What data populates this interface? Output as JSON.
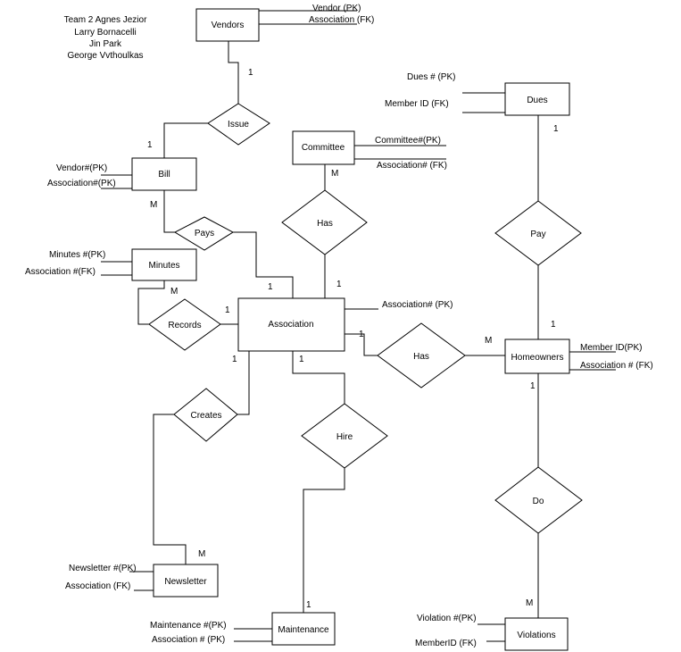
{
  "team": [
    "Team 2 Agnes Jezior",
    "Larry Bornacelli",
    "Jin Park",
    "George Vvthoulkas"
  ],
  "entities": {
    "vendors": "Vendors",
    "bill": "Bill",
    "committee": "Committee",
    "dues": "Dues",
    "minutes": "Minutes",
    "association": "Association",
    "homeowners": "Homeowners",
    "newsletter": "Newsletter",
    "maintenance": "Maintenance",
    "violations": "Violations"
  },
  "relationships": {
    "issue": "Issue",
    "pays": "Pays",
    "has_committee": "Has",
    "pay": "Pay",
    "records": "Records",
    "has_homeowners": "Has",
    "creates": "Creates",
    "hire": "Hire",
    "do": "Do"
  },
  "attributes": {
    "vendor_pk": "Vendor (PK)",
    "vendor_assoc": "Association (FK)",
    "dues_pk": "Dues # (PK)",
    "dues_member": "Member ID (FK)",
    "committee_pk": "Committee#(PK)",
    "committee_assoc": "Association# (FK)",
    "bill_vendor": "Vendor#(PK)",
    "bill_assoc": "Association#(PK)",
    "minutes_pk": "Minutes #(PK)",
    "minutes_assoc": "Association #(FK)",
    "association_pk": "Association# (PK)",
    "home_member": "Member ID(PK)",
    "home_assoc": "Association # (FK)",
    "news_pk": "Newsletter #(PK)",
    "news_assoc": "Association (FK)",
    "maint_pk": "Maintenance #(PK)",
    "maint_assoc": "Association # (PK)",
    "viol_pk": "Violation #(PK)",
    "viol_member": "MemberID (FK)"
  },
  "cardinalities": {
    "vendors_issue": "1",
    "issue_bill": "1",
    "bill_pays": "M",
    "pays_assoc": "1",
    "committee_has": "M",
    "has_assoc": "1",
    "dues_pay": "1",
    "pay_home": "1",
    "minutes_records": "M",
    "records_assoc": "1",
    "assoc_has_home": "1",
    "has_home": "M",
    "assoc_hire": "1",
    "assoc_creates": "1",
    "home_do": "1",
    "do_viol": "M",
    "creates_news": "M",
    "hire_maint": "1"
  }
}
